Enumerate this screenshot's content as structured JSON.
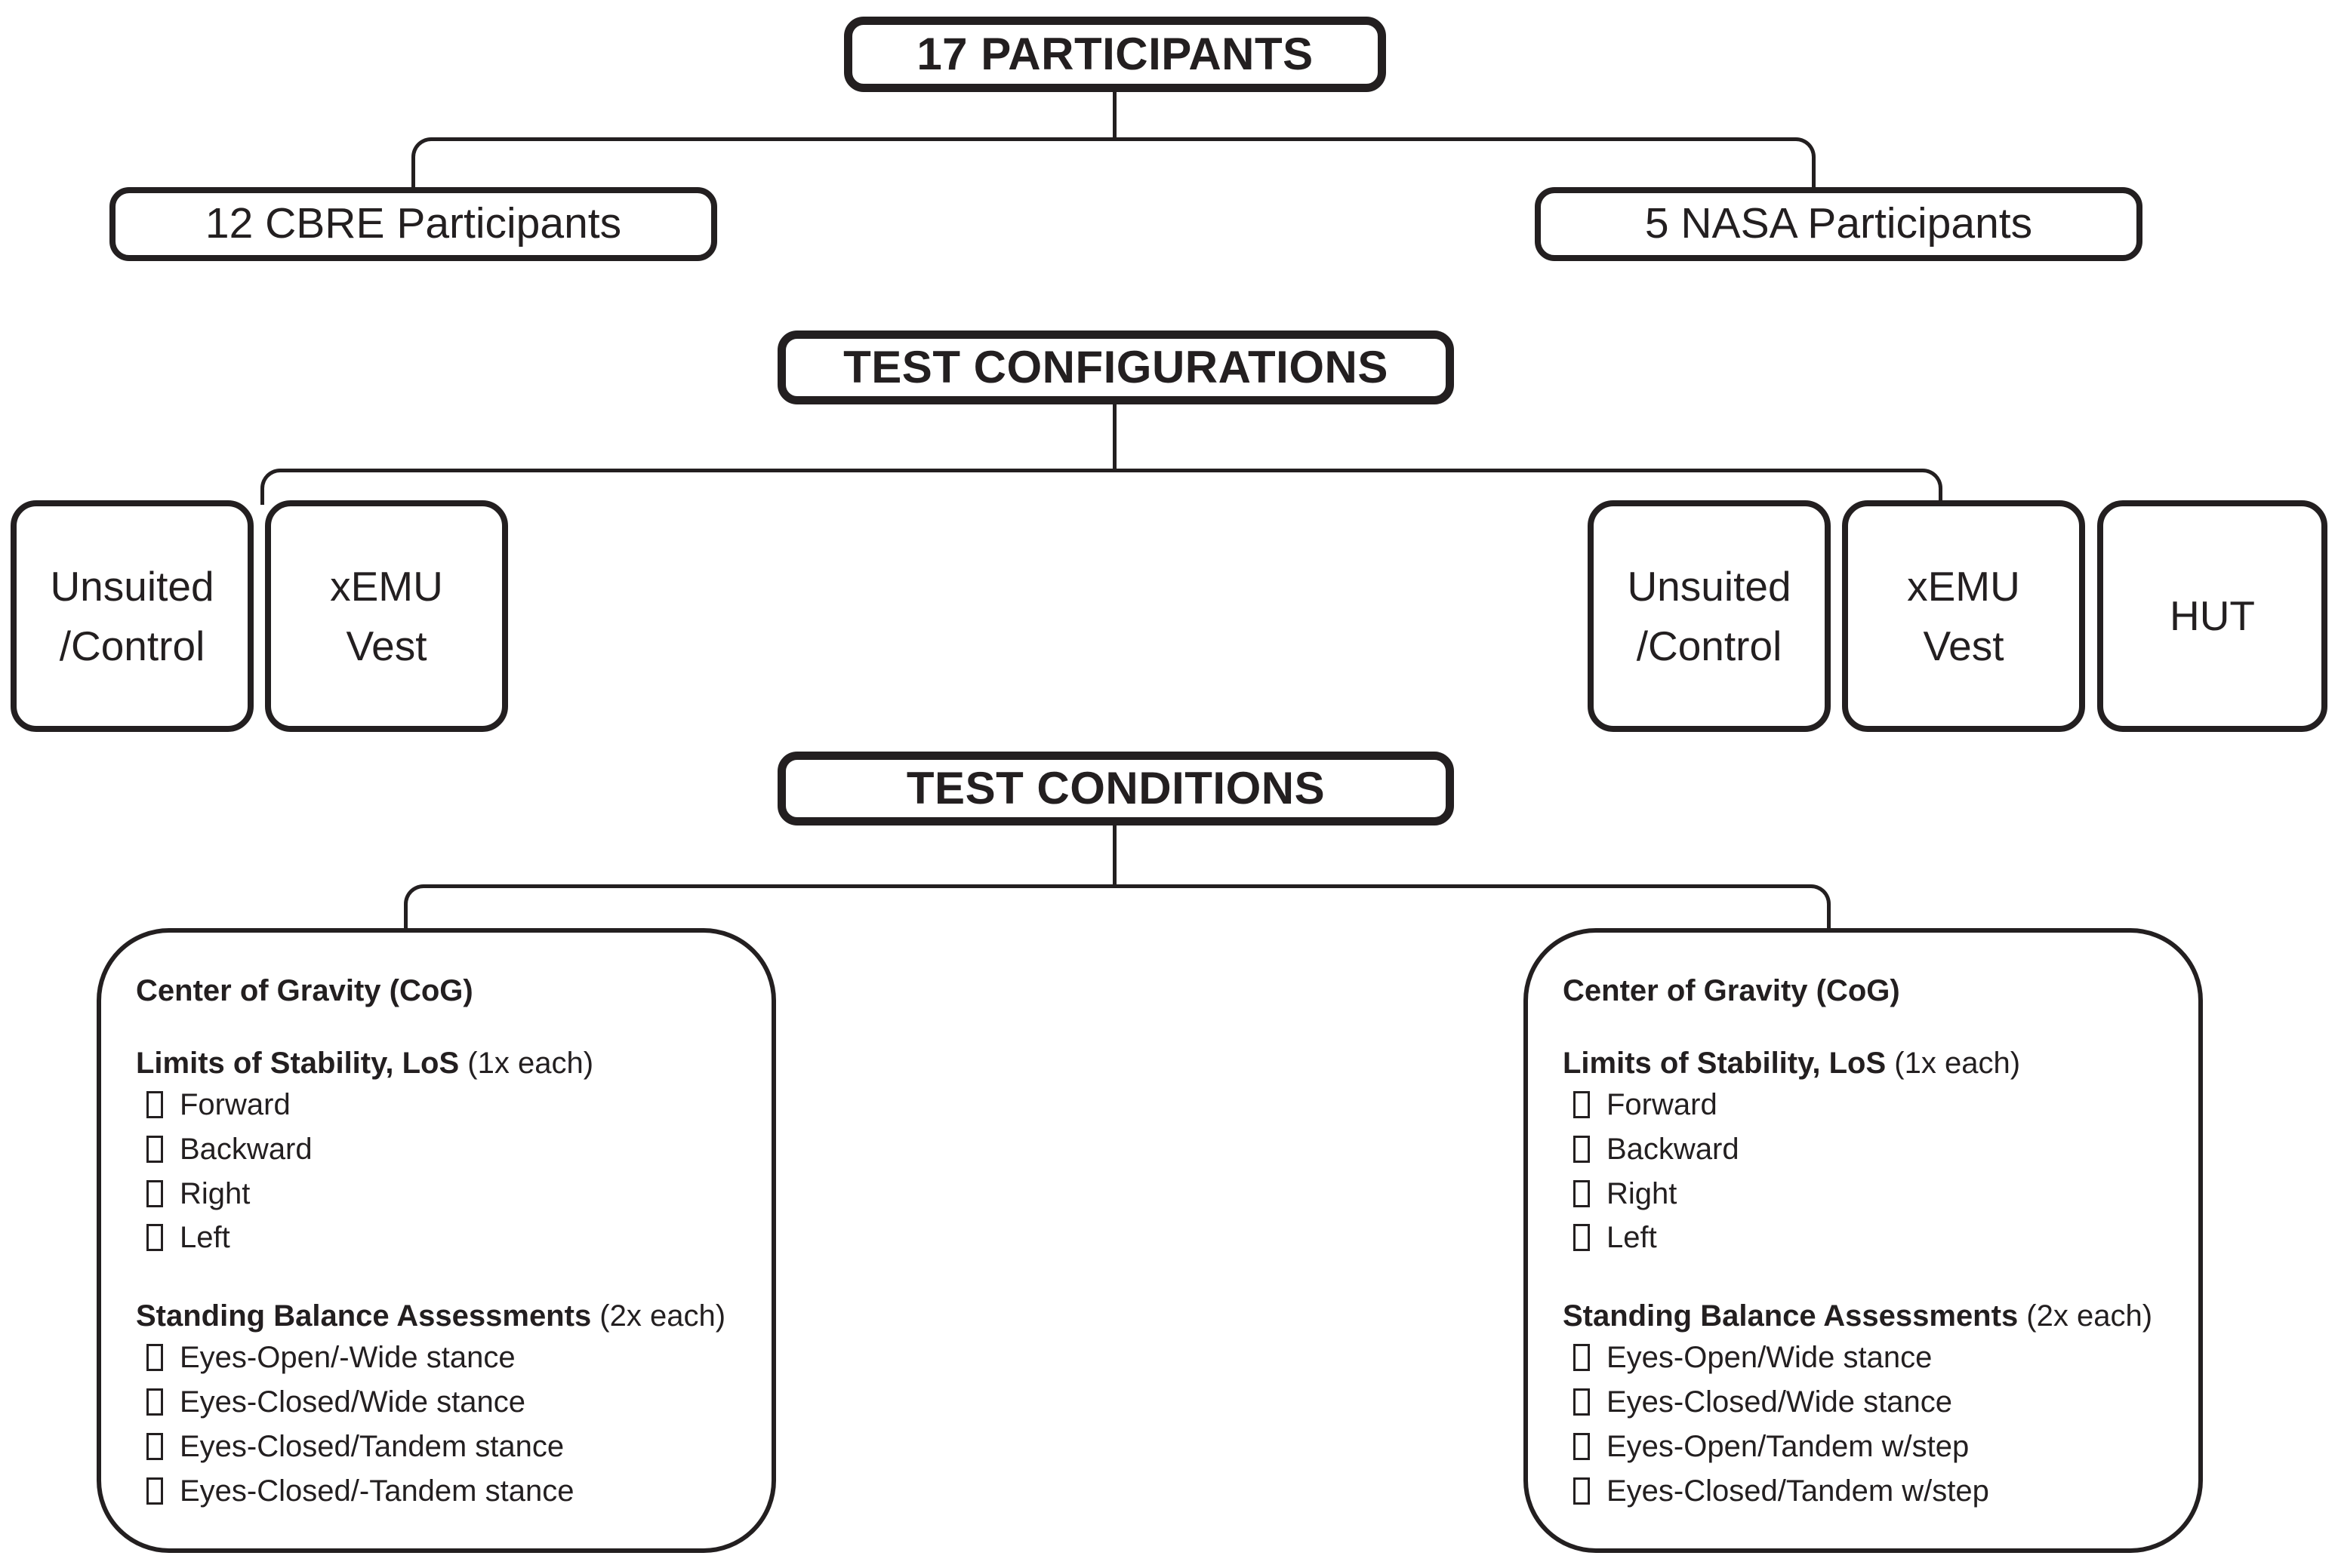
{
  "diagram": {
    "title_box": {
      "label": "17 PARTICIPANTS"
    },
    "participant_groups": [
      {
        "label": "12 CBRE Participants"
      },
      {
        "label": "5 NASA Participants"
      }
    ],
    "configurations_header": {
      "label": "TEST CONFIGURATIONS"
    },
    "configurations": {
      "left_group": [
        {
          "line1": "Unsuited",
          "line2": "/Control"
        },
        {
          "line1": "xEMU",
          "line2": "Vest"
        }
      ],
      "right_group": [
        {
          "line1": "Unsuited",
          "line2": "/Control"
        },
        {
          "line1": "xEMU",
          "line2": "Vest"
        },
        {
          "line1": "HUT",
          "line2": ""
        }
      ]
    },
    "conditions_header": {
      "label": "TEST CONDITIONS"
    },
    "condition_panels": [
      {
        "cog_heading": "Center of Gravity (CoG)",
        "los_heading_bold": "Limits of Stability, LoS",
        "los_heading_note": " (1x each)",
        "los_items": [
          "Forward",
          "Backward",
          "Right",
          "Left"
        ],
        "sba_heading_bold": "Standing Balance Assessments",
        "sba_heading_note": " (2x each)",
        "sba_items": [
          "Eyes-Open/-Wide stance",
          "Eyes-Closed/Wide stance",
          "Eyes-Closed/Tandem stance",
          "Eyes-Closed/-Tandem stance"
        ]
      },
      {
        "cog_heading": "Center of Gravity (CoG)",
        "los_heading_bold": "Limits of Stability, LoS",
        "los_heading_note": " (1x each)",
        "los_items": [
          "Forward",
          "Backward",
          "Right",
          "Left"
        ],
        "sba_heading_bold": "Standing Balance Assessments",
        "sba_heading_note": " (2x each)",
        "sba_items": [
          "Eyes-Open/Wide stance",
          "Eyes-Closed/Wide stance",
          "Eyes-Open/Tandem w/step",
          "Eyes-Closed/Tandem w/step"
        ]
      }
    ],
    "colors": {
      "ink": "#231f20",
      "paper": "#ffffff"
    }
  }
}
